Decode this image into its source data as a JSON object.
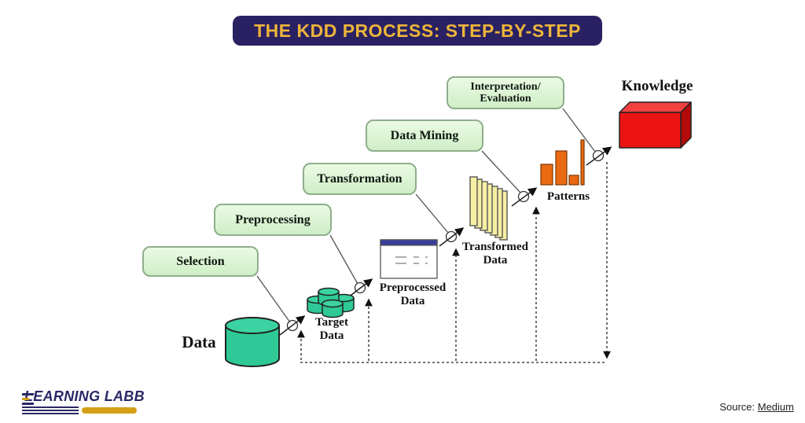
{
  "title": "THE KDD PROCESS: STEP-BY-STEP",
  "steps": [
    {
      "label": "Selection"
    },
    {
      "label": "Preprocessing"
    },
    {
      "label": "Transformation"
    },
    {
      "label": "Data Mining"
    },
    {
      "label": "Interpretation/",
      "label2": "Evaluation"
    }
  ],
  "artifacts": {
    "data": "Data",
    "target_line1": "Target",
    "target_line2": "Data",
    "preprocessed_line1": "Preprocessed",
    "preprocessed_line2": "Data",
    "transformed_line1": "Transformed",
    "transformed_line2": "Data",
    "patterns": "Patterns",
    "knowledge": "Knowledge"
  },
  "footer": {
    "logo_text": "LEARNING LABB",
    "source_label": "Source:",
    "source_link": "Medium"
  },
  "colors": {
    "banner_bg": "#2A2163",
    "banner_text": "#EDB53A",
    "step_box_fill": "#DDF6D3",
    "step_box_border": "#8FAE8C",
    "cylinder_green": "#2EC997",
    "slab_yellow": "#F6EFA3",
    "bar_orange": "#E96A12",
    "knowledge_red": "#EC1313",
    "window_titlebar": "#3A3D9E",
    "logo_navy": "#2A2866",
    "logo_gold": "#D4A017"
  }
}
